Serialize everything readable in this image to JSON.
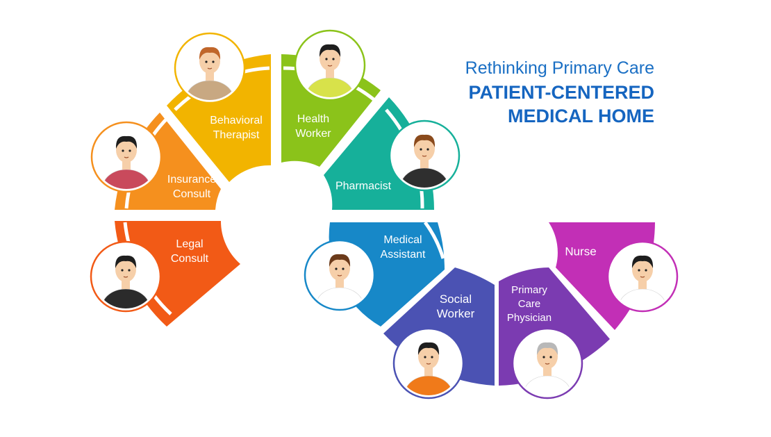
{
  "title": {
    "line1": "Rethinking Primary Care",
    "line2": "PATIENT-CENTERED",
    "line3": "MEDICAL HOME"
  },
  "segments": [
    {
      "id": "behavioral-therapist",
      "lines": [
        "Behavioral",
        "Therapist"
      ],
      "color": "#f2b400",
      "avatar": "therapist-with-clipboard-icon"
    },
    {
      "id": "insurance-consult",
      "lines": [
        "Insurance",
        "Consult"
      ],
      "color": "#f5901e",
      "avatar": "headset-agent-icon"
    },
    {
      "id": "legal-consult",
      "lines": [
        "Legal",
        "Consult"
      ],
      "color": "#f25a16",
      "avatar": "lawyer-at-computer-icon"
    },
    {
      "id": "health-worker",
      "lines": [
        "Health",
        "Worker"
      ],
      "color": "#8bc31a",
      "avatar": "masked-health-worker-icon"
    },
    {
      "id": "pharmacist",
      "lines": [
        "Pharmacist"
      ],
      "color": "#16b09a",
      "avatar": "pharmacist-icon"
    },
    {
      "id": "medical-assistant",
      "lines": [
        "Medical",
        "Assistant"
      ],
      "color": "#1788c8",
      "avatar": "medical-assistant-icon"
    },
    {
      "id": "social-worker",
      "lines": [
        "Social",
        "Worker"
      ],
      "color": "#4b52b3",
      "avatar": "social-worker-icon"
    },
    {
      "id": "primary-care-physician",
      "lines": [
        "Primary",
        "Care",
        "Physician"
      ],
      "color": "#7b3bb1",
      "avatar": "physician-with-stethoscope-icon"
    },
    {
      "id": "nurse",
      "lines": [
        "Nurse"
      ],
      "color": "#c22fb6",
      "avatar": "nurse-icon"
    }
  ]
}
